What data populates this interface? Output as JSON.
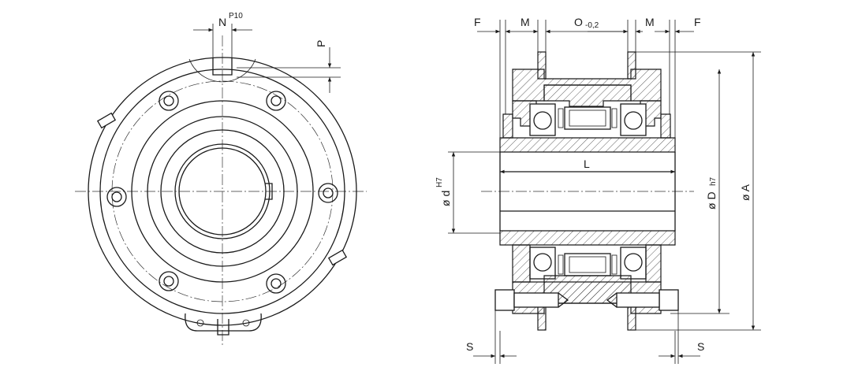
{
  "labels": {
    "N": "N",
    "N_tol": "P10",
    "P": "P",
    "F_left": "F",
    "M_left": "M",
    "O": "O",
    "O_tol": "-0,2",
    "M_right": "M",
    "F_right": "F",
    "L": "L",
    "d": "ø d",
    "d_tol": "H7",
    "D": "ø D",
    "D_tol": "h7",
    "A": "ø A",
    "S_left": "S",
    "S_right": "S"
  },
  "colors": {
    "line": "#1a1a1a",
    "background": "#ffffff"
  }
}
